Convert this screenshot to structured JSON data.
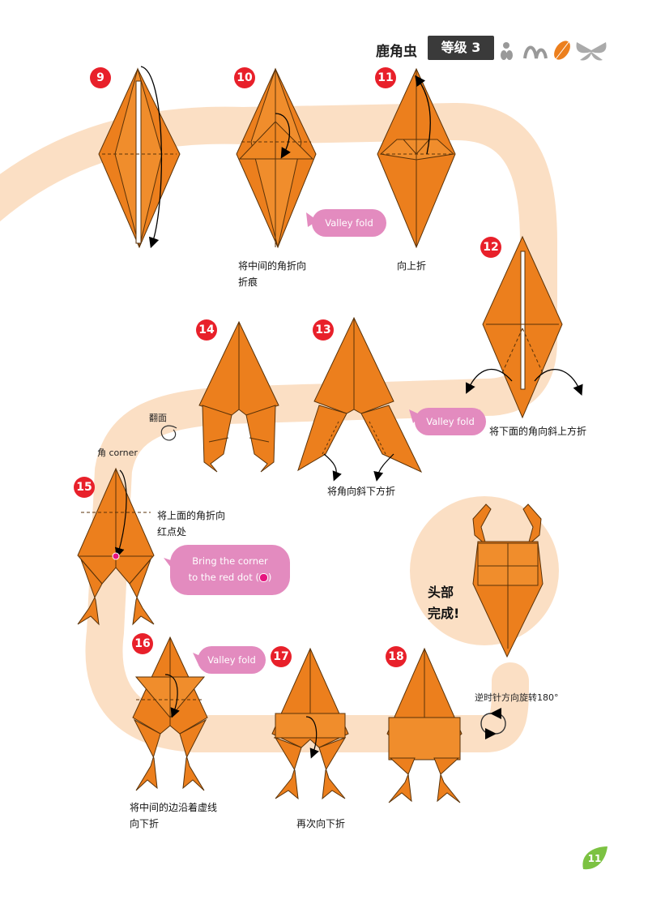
{
  "header": {
    "title": "鹿角虫",
    "level": "等级 3",
    "level_icons": [
      "seedling-icon",
      "caterpillar-icon",
      "feather-leaf-icon",
      "butterfly-icon"
    ]
  },
  "steps": [
    {
      "num": "9"
    },
    {
      "num": "10",
      "caption": [
        "将中间的角折向",
        "折痕"
      ]
    },
    {
      "num": "11",
      "caption": [
        "向上折"
      ]
    },
    {
      "num": "12",
      "caption": [
        "将下面的角向斜上方折"
      ]
    },
    {
      "num": "13",
      "caption": [
        "将角向斜下方折"
      ]
    },
    {
      "num": "14"
    },
    {
      "num": "15",
      "caption": [
        "将上面的角折向",
        "红点处"
      ],
      "side_label": "角  corner"
    },
    {
      "num": "16",
      "caption": [
        "将中间的边沿着虚线",
        "向下折"
      ]
    },
    {
      "num": "17",
      "caption": [
        "再次向下折"
      ]
    },
    {
      "num": "18"
    }
  ],
  "bubbles": {
    "valley_fold_1": "Valley fold",
    "valley_fold_2": "Valley fold",
    "valley_fold_3": "Valley fold",
    "bring_corner_line1": "Bring the corner",
    "bring_corner_line2": "to the red dot ("
  },
  "flip_label": "翻面",
  "rotate_label": "逆时针方向旋转180°",
  "complete": {
    "line1": "头部",
    "line2": "完成!"
  },
  "page_number": "11",
  "colors": {
    "paper": "#ec7f1d",
    "paper_dark": "#b85c10",
    "path": "#fbdfc4",
    "step": "#e8202a",
    "bubble": "#e38bbf",
    "leaf": "#7cc242"
  }
}
